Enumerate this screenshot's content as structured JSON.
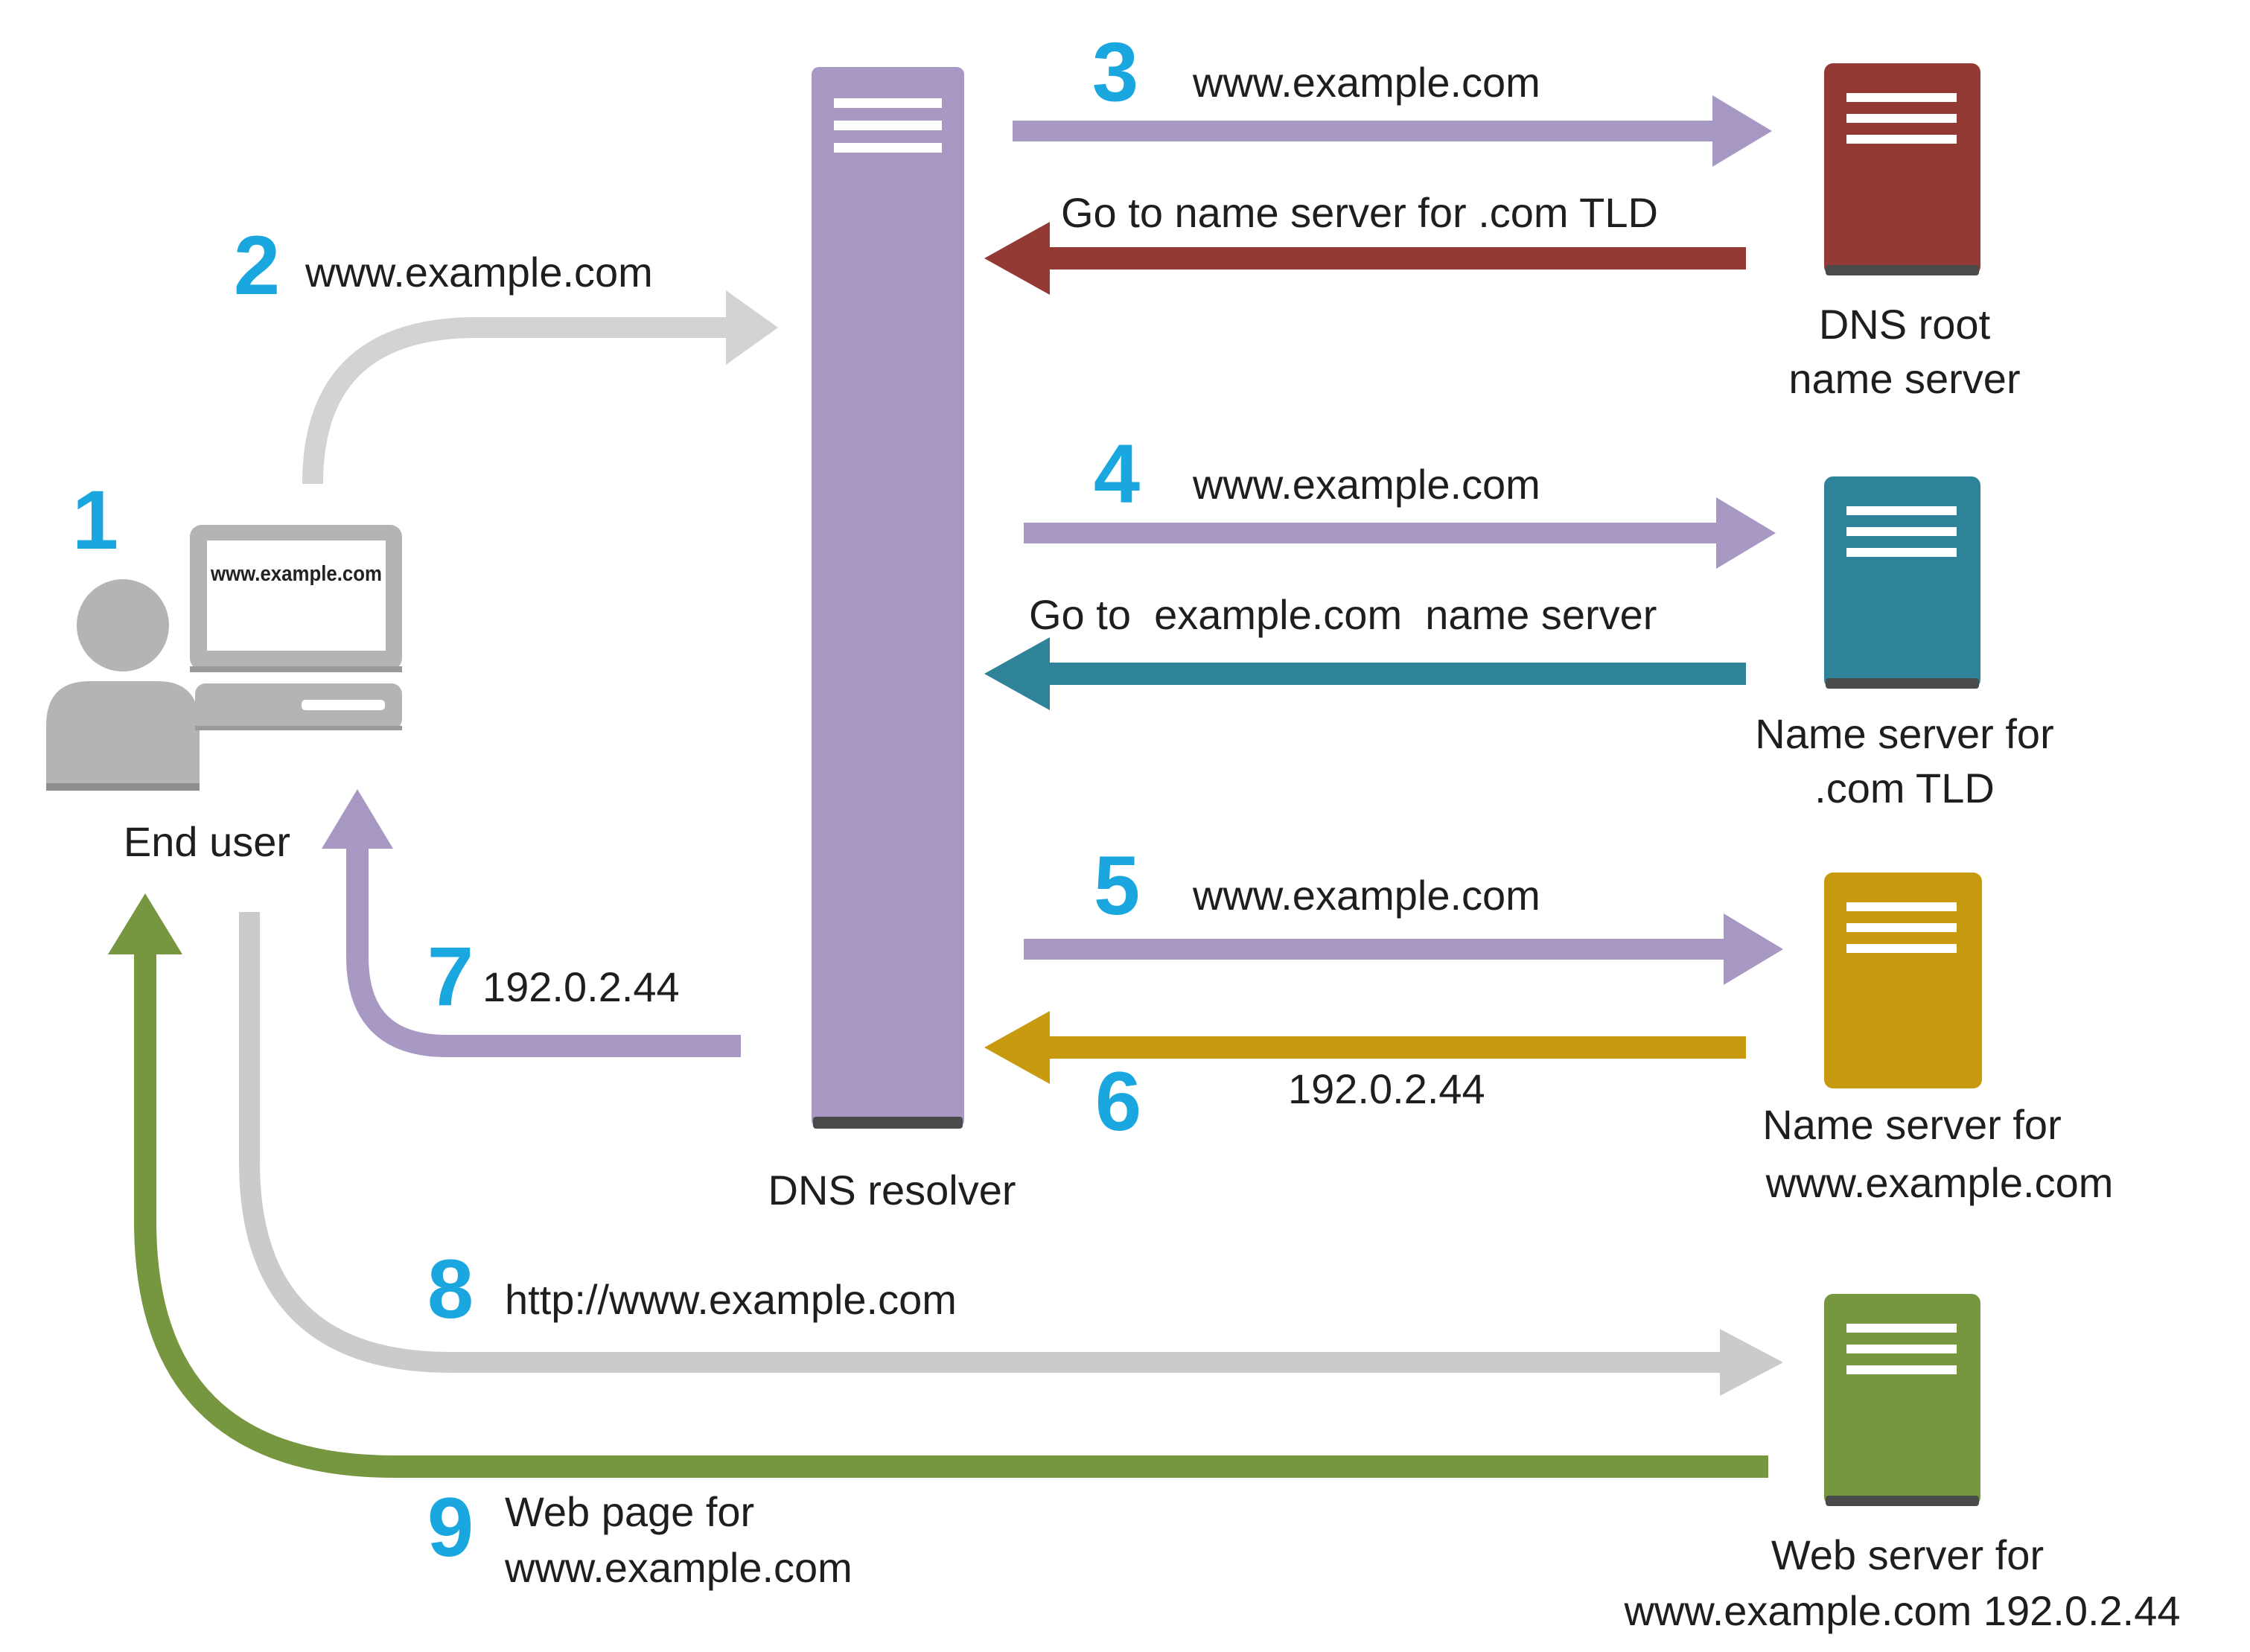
{
  "colors": {
    "step_number": "#1aa7e0",
    "resolver": "#a898c4",
    "root": "#943a35",
    "tld": "#2f8398",
    "authoritative": "#c79a10",
    "web": "#76973f",
    "request_gray": "#d3d3d3",
    "user_gray": "#b4b4b4",
    "label": "#1e1e1e"
  },
  "nodes": {
    "end_user": {
      "label": "End user",
      "screen_text": "www.example.com"
    },
    "resolver": {
      "label": "DNS resolver"
    },
    "root": {
      "line1": "DNS root",
      "line2": "name server"
    },
    "tld": {
      "line1": "Name server for",
      "line2": ".com TLD"
    },
    "authoritative": {
      "line1": "Name server for",
      "line2": "www.example.com"
    },
    "web": {
      "line1": "Web server for",
      "line2": "www.example.com 192.0.2.44"
    }
  },
  "steps": {
    "s1": {
      "number": "1"
    },
    "s2": {
      "number": "2",
      "text": "www.example.com"
    },
    "s3": {
      "number": "3",
      "text": "www.example.com"
    },
    "s3r": {
      "text": "Go to name server for .com TLD"
    },
    "s4": {
      "number": "4",
      "text": "www.example.com"
    },
    "s4r": {
      "text": "Go to  example.com  name server"
    },
    "s5": {
      "number": "5",
      "text": "www.example.com"
    },
    "s6": {
      "number": "6",
      "text": "192.0.2.44"
    },
    "s7": {
      "number": "7",
      "text": "192.0.2.44"
    },
    "s8": {
      "number": "8",
      "text": "http://www.example.com"
    },
    "s9": {
      "number": "9",
      "line1": "Web page for",
      "line2": "www.example.com"
    }
  },
  "icons": {
    "user": "person-icon",
    "computer": "computer-icon",
    "server": "server-icon"
  }
}
